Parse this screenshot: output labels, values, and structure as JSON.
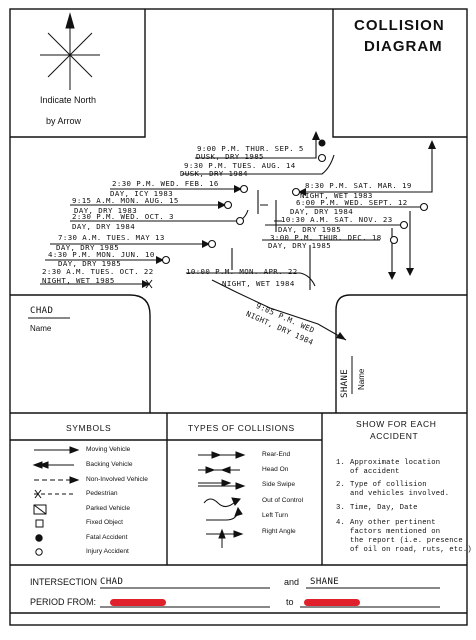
{
  "title_line1": "COLLISION",
  "title_line2": "DIAGRAM",
  "north_label_1": "Indicate North",
  "north_label_2": "by Arrow",
  "street_west": "CHAD",
  "street_west_sub": "Name",
  "street_south": "SHANE",
  "street_south_sub": "Name",
  "accidents_left": [
    {
      "l1": "9:00 P.M. THUR. SEP. 5",
      "l2": "DUSK, DRY 1985"
    },
    {
      "l1": "9:30 P.M. TUES. AUG. 14",
      "l2": "DUSK, DRY 1984"
    },
    {
      "l1": "2:30 P.M. WED. FEB. 16",
      "l2": "DAY, ICY 1983"
    },
    {
      "l1": "9:15 A.M. MON. AUG. 15",
      "l2": "DAY, DRY 1983"
    },
    {
      "l1": "2:30 P.M. WED. OCT. 3",
      "l2": "DAY, DRY 1984"
    },
    {
      "l1": "7:30 A.M. TUES. MAY 13",
      "l2": "DAY, DRY 1985"
    },
    {
      "l1": "4:30 P.M. MON. JUN. 10",
      "l2": "DAY, DRY 1985"
    },
    {
      "l1": "2:30 A.M. TUES. OCT. 22",
      "l2": "NIGHT, WET 1985"
    }
  ],
  "accidents_right": [
    {
      "l1": "8:30 P.M. SAT. MAR. 19",
      "l2": "NIGHT, WET 1983"
    },
    {
      "l1": "6:00 P.M. WED. SEPT. 12",
      "l2": "DAY, DRY 1984"
    },
    {
      "l1": "10:30 A.M. SAT. NOV. 23",
      "l2": "DAY, DRY 1985"
    },
    {
      "l1": "3:00 P.M. THUR. DEC. 18",
      "l2": "DAY, DRY 1985"
    }
  ],
  "accident_center": {
    "l1": "10:00 P.M. MON. APR. 22",
    "l2": "NIGHT, WET 1984"
  },
  "accident_diagonal": {
    "l1": "9:05 P.M. WED",
    "l2": "NIGHT, DRY 1984"
  },
  "symbols_title": "SYMBOLS",
  "symbols": [
    "Moving Vehicle",
    "Backing Vehicle",
    "Non-Involved Vehicle",
    "Pedestrian",
    "Parked Vehicle",
    "Fixed Object",
    "Fatal Accident",
    "Injury Accident"
  ],
  "types_title": "TYPES OF COLLISIONS",
  "types": [
    "Rear-End",
    "Head On",
    "Side Swipe",
    "Out of Control",
    "Left Turn",
    "Right Angle"
  ],
  "show_title_1": "SHOW FOR EACH",
  "show_title_2": "ACCIDENT",
  "show_items": [
    {
      "n": "1.",
      "lines": [
        "Approximate location",
        "of accident"
      ]
    },
    {
      "n": "2.",
      "lines": [
        "Type of collision",
        "and vehicles involved."
      ]
    },
    {
      "n": "3.",
      "lines": [
        "Time, Day, Date"
      ]
    },
    {
      "n": "4.",
      "lines": [
        "Any other pertinent",
        "factors mentioned on",
        "the report (i.e. presence",
        "of oil on road, ruts, etc.)"
      ]
    }
  ],
  "intersection_label": "INTERSECTION",
  "intersection_value": "CHAD",
  "and_label": "and",
  "and_value": "SHANE",
  "period_label": "PERIOD FROM:",
  "to_label": "to"
}
